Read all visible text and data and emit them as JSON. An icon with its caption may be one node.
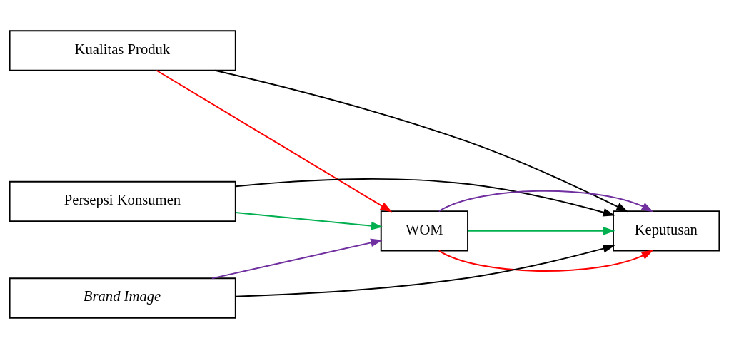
{
  "diagram": {
    "nodes": [
      {
        "text": [
          "Kualitas Produk"
        ]
      },
      {
        "text": [
          "Persepsi Konsumen"
        ]
      },
      {
        "text": [
          "WOM"
        ]
      },
      {
        "text": [
          "Keputusan"
        ]
      },
      {
        "text": [
          "Brand Image"
        ]
      }
    ],
    "edges": [
      {
        "from": 0,
        "to": 2,
        "arrow": "to",
        "color": "#ff0000"
      },
      {
        "from": 0,
        "to": 3,
        "arrow": "to"
      },
      {
        "from": 1,
        "to": 3,
        "arrow": "to"
      },
      {
        "from": 1,
        "to": 2,
        "arrow": "to",
        "color": "#00b050"
      },
      {
        "from": 4,
        "to": 3,
        "arrow": "to"
      },
      {
        "from": 4,
        "to": 2,
        "arrow": "to",
        "color": "#7030a0"
      },
      {
        "from": 2,
        "to": 3,
        "arrow": "to",
        "color": "#ff0000"
      },
      {
        "from": 2,
        "to": 3,
        "arrow": "to",
        "color": "#00b050"
      },
      {
        "from": 2,
        "to": 3,
        "arrow": "to",
        "color": "#7030a0"
      }
    ]
  }
}
